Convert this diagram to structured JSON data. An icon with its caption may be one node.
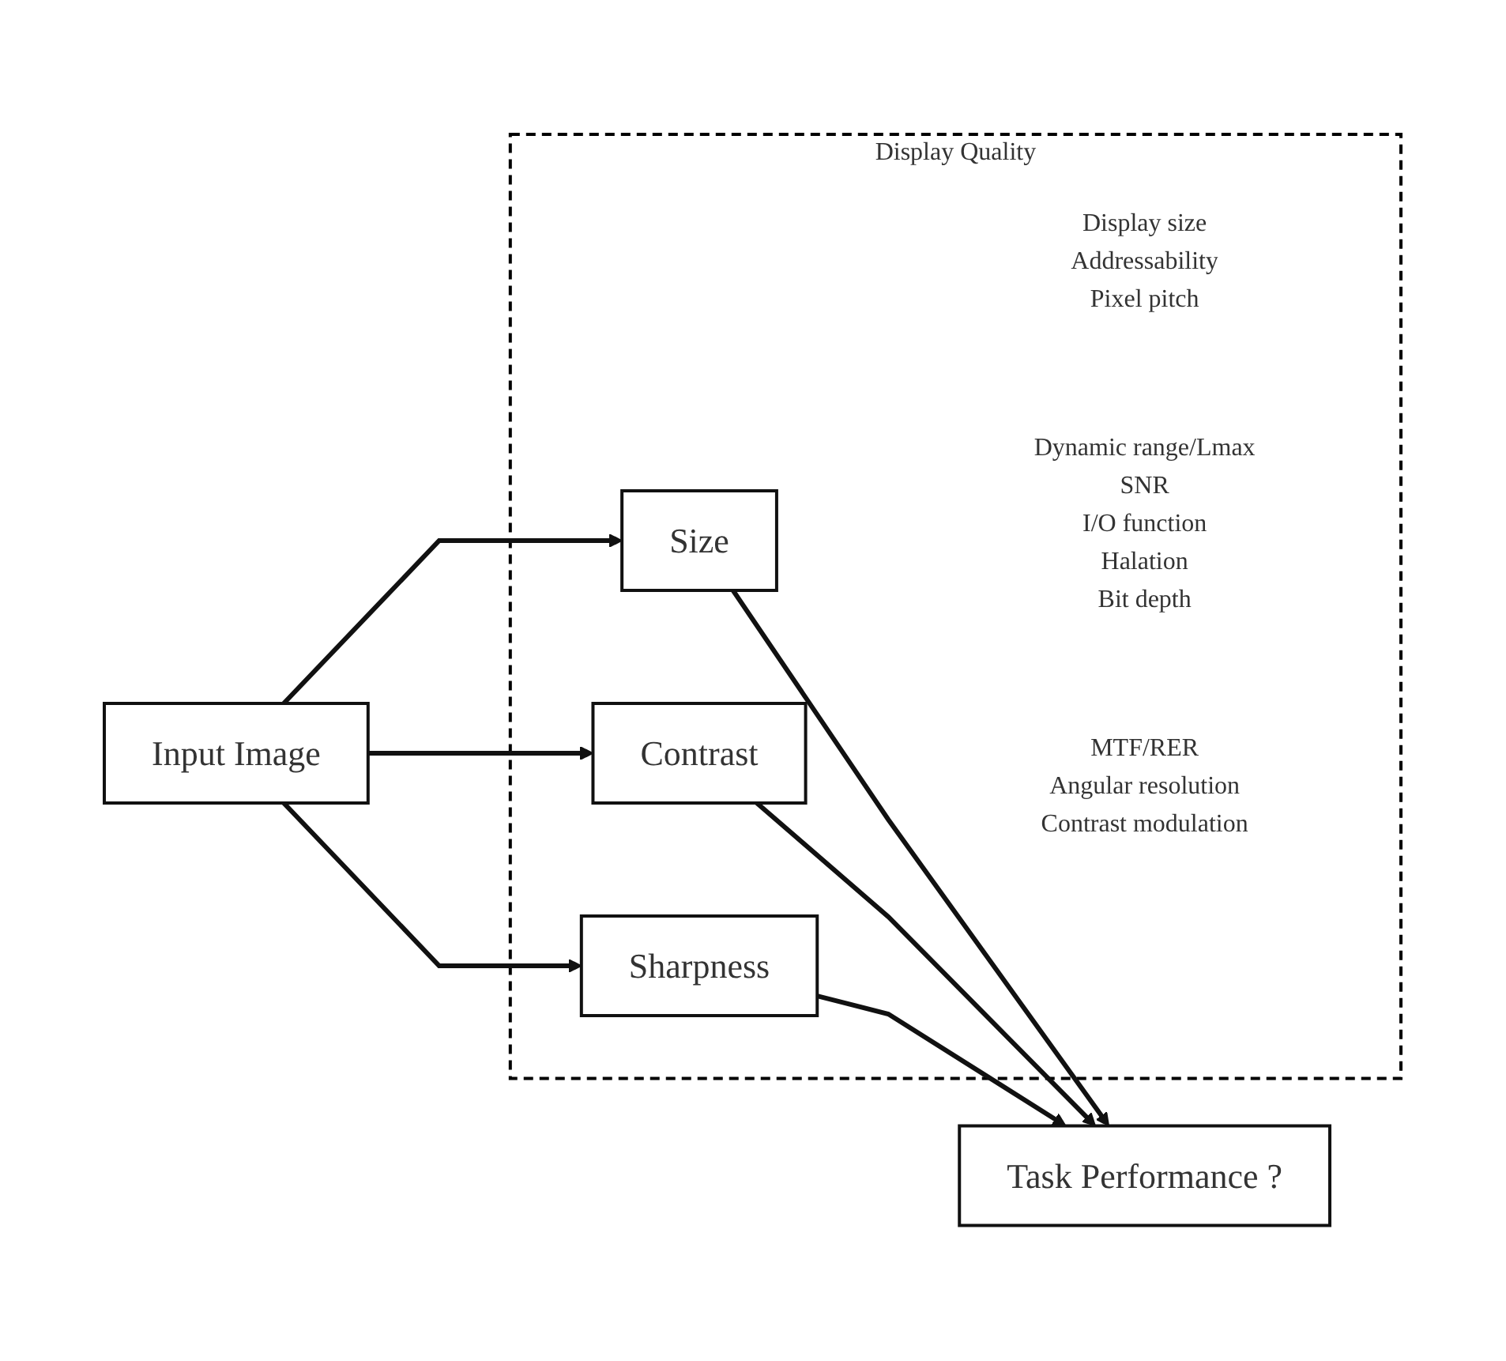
{
  "diagram": {
    "nodes": [
      {
        "text": [
          "Input Image"
        ]
      },
      {
        "text": [
          "Display Quality"
        ]
      },
      {
        "text": [
          "Size"
        ],
        "in": 1,
        "beside": [
          "Display size",
          "Addressability",
          "Pixel pitch"
        ]
      },
      {
        "text": [
          "Contrast"
        ],
        "in": 1,
        "beside": [
          "Dynamic range/Lmax",
          "SNR",
          "I/O function",
          "Halation",
          "Bit depth"
        ]
      },
      {
        "text": [
          "Sharpness"
        ],
        "in": 1,
        "beside": [
          "MTF/RER",
          "Angular resolution",
          "Contrast modulation"
        ]
      },
      {
        "text": [
          "Task Performance ?"
        ]
      }
    ],
    "edges": [
      {
        "from": 0,
        "to": 2,
        "arrow": "to"
      },
      {
        "from": 0,
        "to": 3,
        "arrow": "to"
      },
      {
        "from": 0,
        "to": 4,
        "arrow": "to"
      },
      {
        "from": 2,
        "to": 5,
        "arrow": "to"
      },
      {
        "from": 3,
        "to": 5,
        "arrow": "to"
      },
      {
        "from": 4,
        "to": 5,
        "arrow": "to"
      }
    ]
  }
}
